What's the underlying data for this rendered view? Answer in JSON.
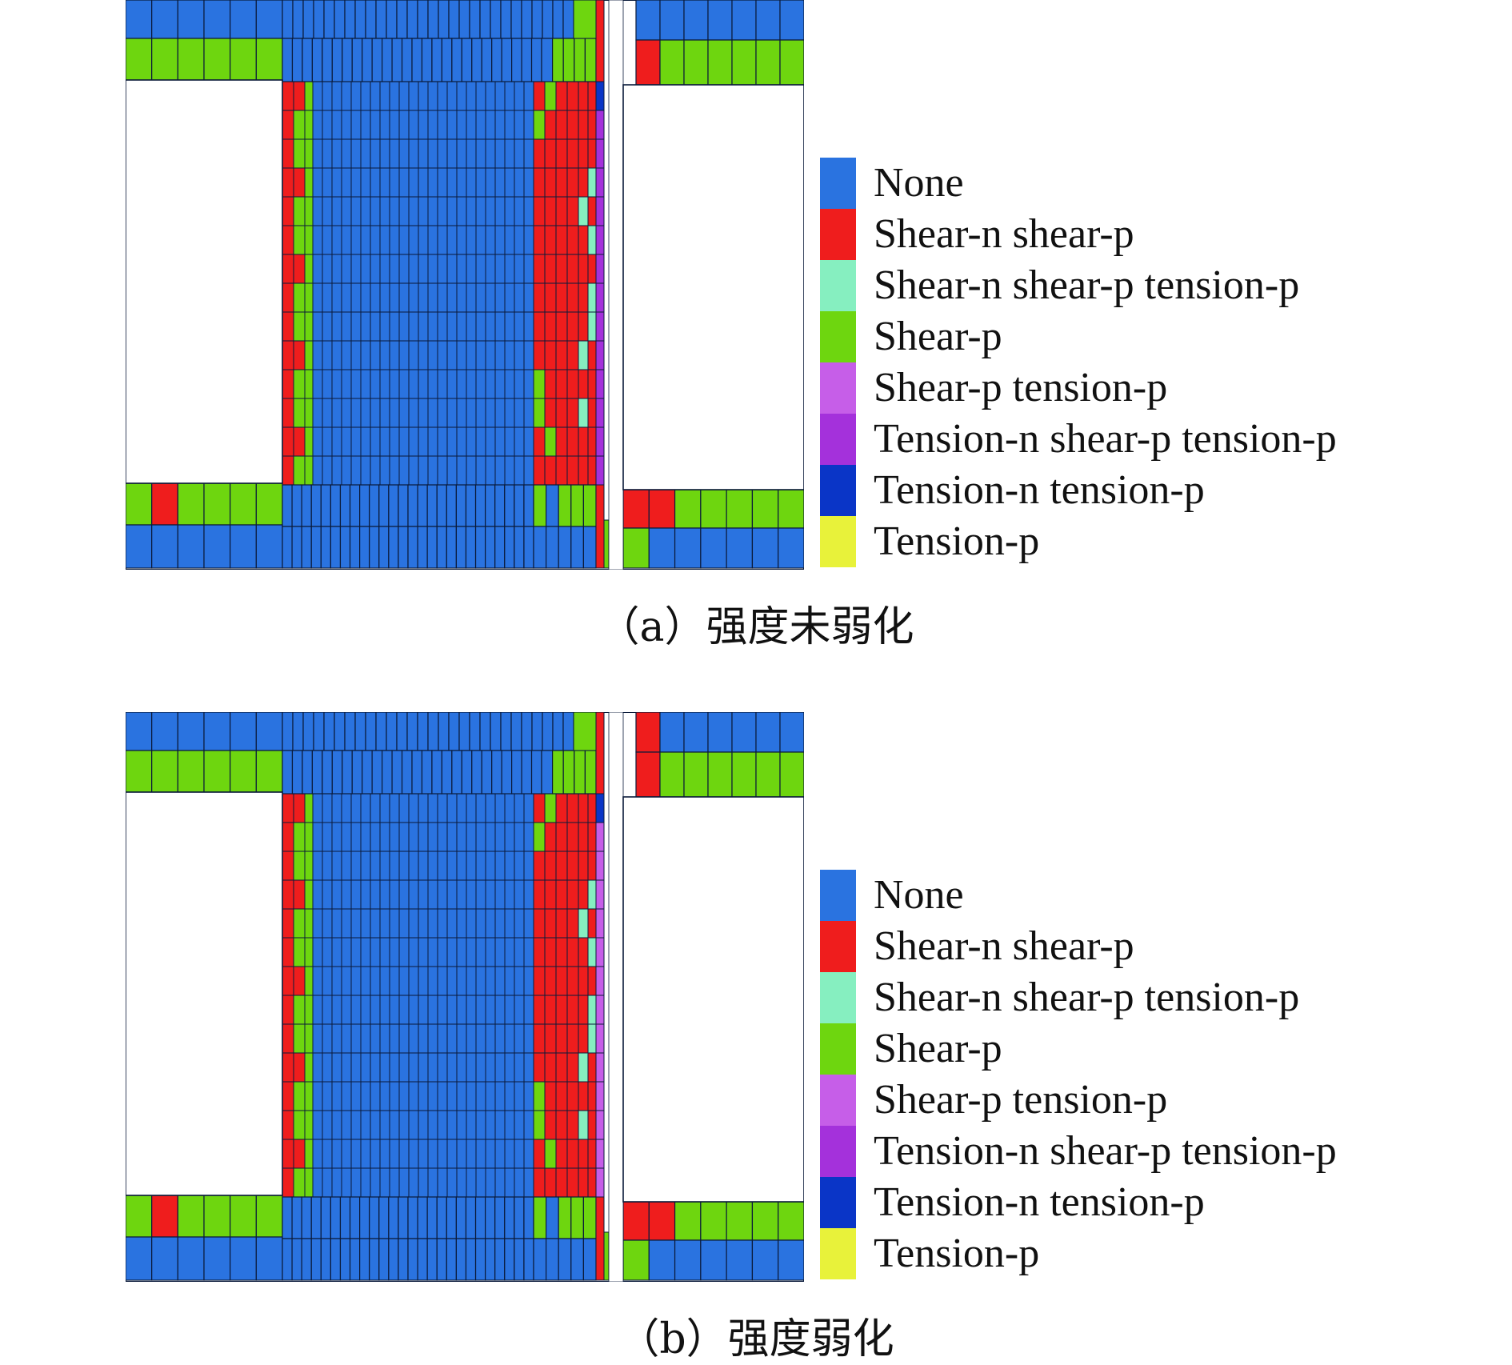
{
  "colors": {
    "none": "#2a73e0",
    "shear_n_shear_p": "#ef1d1d",
    "shear_n_shear_p_tension_p": "#86efc0",
    "shear_p": "#6ed60f",
    "shear_p_tension_p": "#c65ee8",
    "tension_n_shear_p_tension_p": "#a431db",
    "tension_n_tension_p": "#0a35c7",
    "tension_p": "#e8f23a",
    "mesh_line": "#0a1a3a"
  },
  "legend": [
    {
      "label": "None",
      "color": "#2a73e0"
    },
    {
      "label": "Shear-n shear-p",
      "color": "#ef1d1d"
    },
    {
      "label": "Shear-n shear-p tension-p",
      "color": "#86efc0"
    },
    {
      "label": "Shear-p",
      "color": "#6ed60f"
    },
    {
      "label": "Shear-p tension-p",
      "color": "#c65ee8"
    },
    {
      "label": "Tension-n shear-p tension-p",
      "color": "#a431db"
    },
    {
      "label": "Tension-n tension-p",
      "color": "#0a35c7"
    },
    {
      "label": "Tension-p",
      "color": "#e8f23a"
    }
  ],
  "panels": [
    {
      "caption": "（a）强度未弱化"
    },
    {
      "caption": "（b）强度弱化"
    }
  ]
}
